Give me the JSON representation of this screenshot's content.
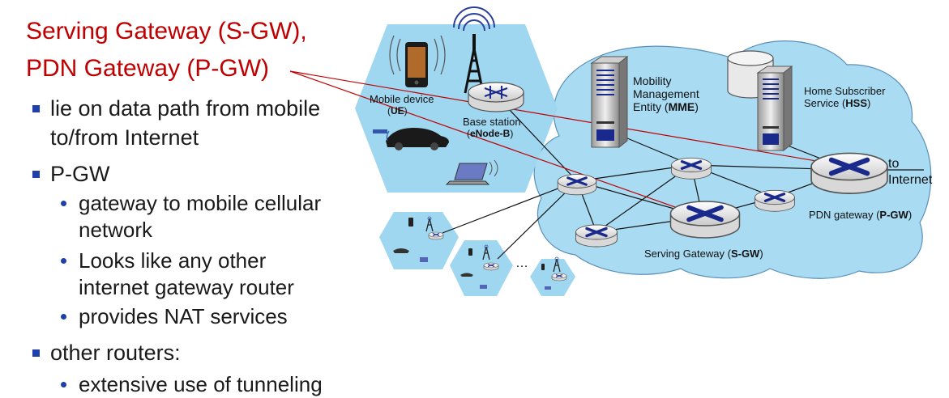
{
  "title": {
    "line1": "Serving Gateway (S-GW),",
    "line2": "PDN Gateway (P-GW)"
  },
  "bullets": [
    {
      "line1": "lie on data path from mobile",
      "line2": "to/from Internet"
    },
    {
      "label": "P-GW"
    },
    {
      "label": "other routers:"
    }
  ],
  "pgw_sub": [
    {
      "line1": "gateway to mobile cellular",
      "line2": "network"
    },
    {
      "line1": "Looks like any other",
      "line2": "internet gateway router"
    },
    {
      "line1": "provides NAT services"
    }
  ],
  "routers_sub": [
    {
      "line1": "extensive use of tunneling"
    }
  ],
  "diagram": {
    "mobile_device": {
      "line1": "Mobile device",
      "line2": "UE"
    },
    "base_station": {
      "line1": "Base station",
      "line2": "eNode-B"
    },
    "mme": {
      "line1": "Mobility",
      "line2": "Management",
      "line3": "Entity (",
      "bold": "MME",
      "close": ")"
    },
    "hss": {
      "line1": "Home Subscriber",
      "line2": "Service (",
      "bold": "HSS",
      "close": ")"
    },
    "to_internet": {
      "line1": "to",
      "line2": "Internet"
    },
    "pgw": {
      "text": "PDN gateway (",
      "bold": "P-GW",
      "close": ")"
    },
    "sgw": {
      "text": "Serving Gateway (",
      "bold": "S-GW",
      "close": ")"
    },
    "ellipsis": "…"
  },
  "colors": {
    "title": "#c00000",
    "bullet": "#1f3faa",
    "cloud": "#a9dcf3",
    "cloud_stroke": "#5b8fb8",
    "hexagon": "#9fd6f0",
    "router_x": "#1a2a8c",
    "pointer_line": "#c00000"
  }
}
